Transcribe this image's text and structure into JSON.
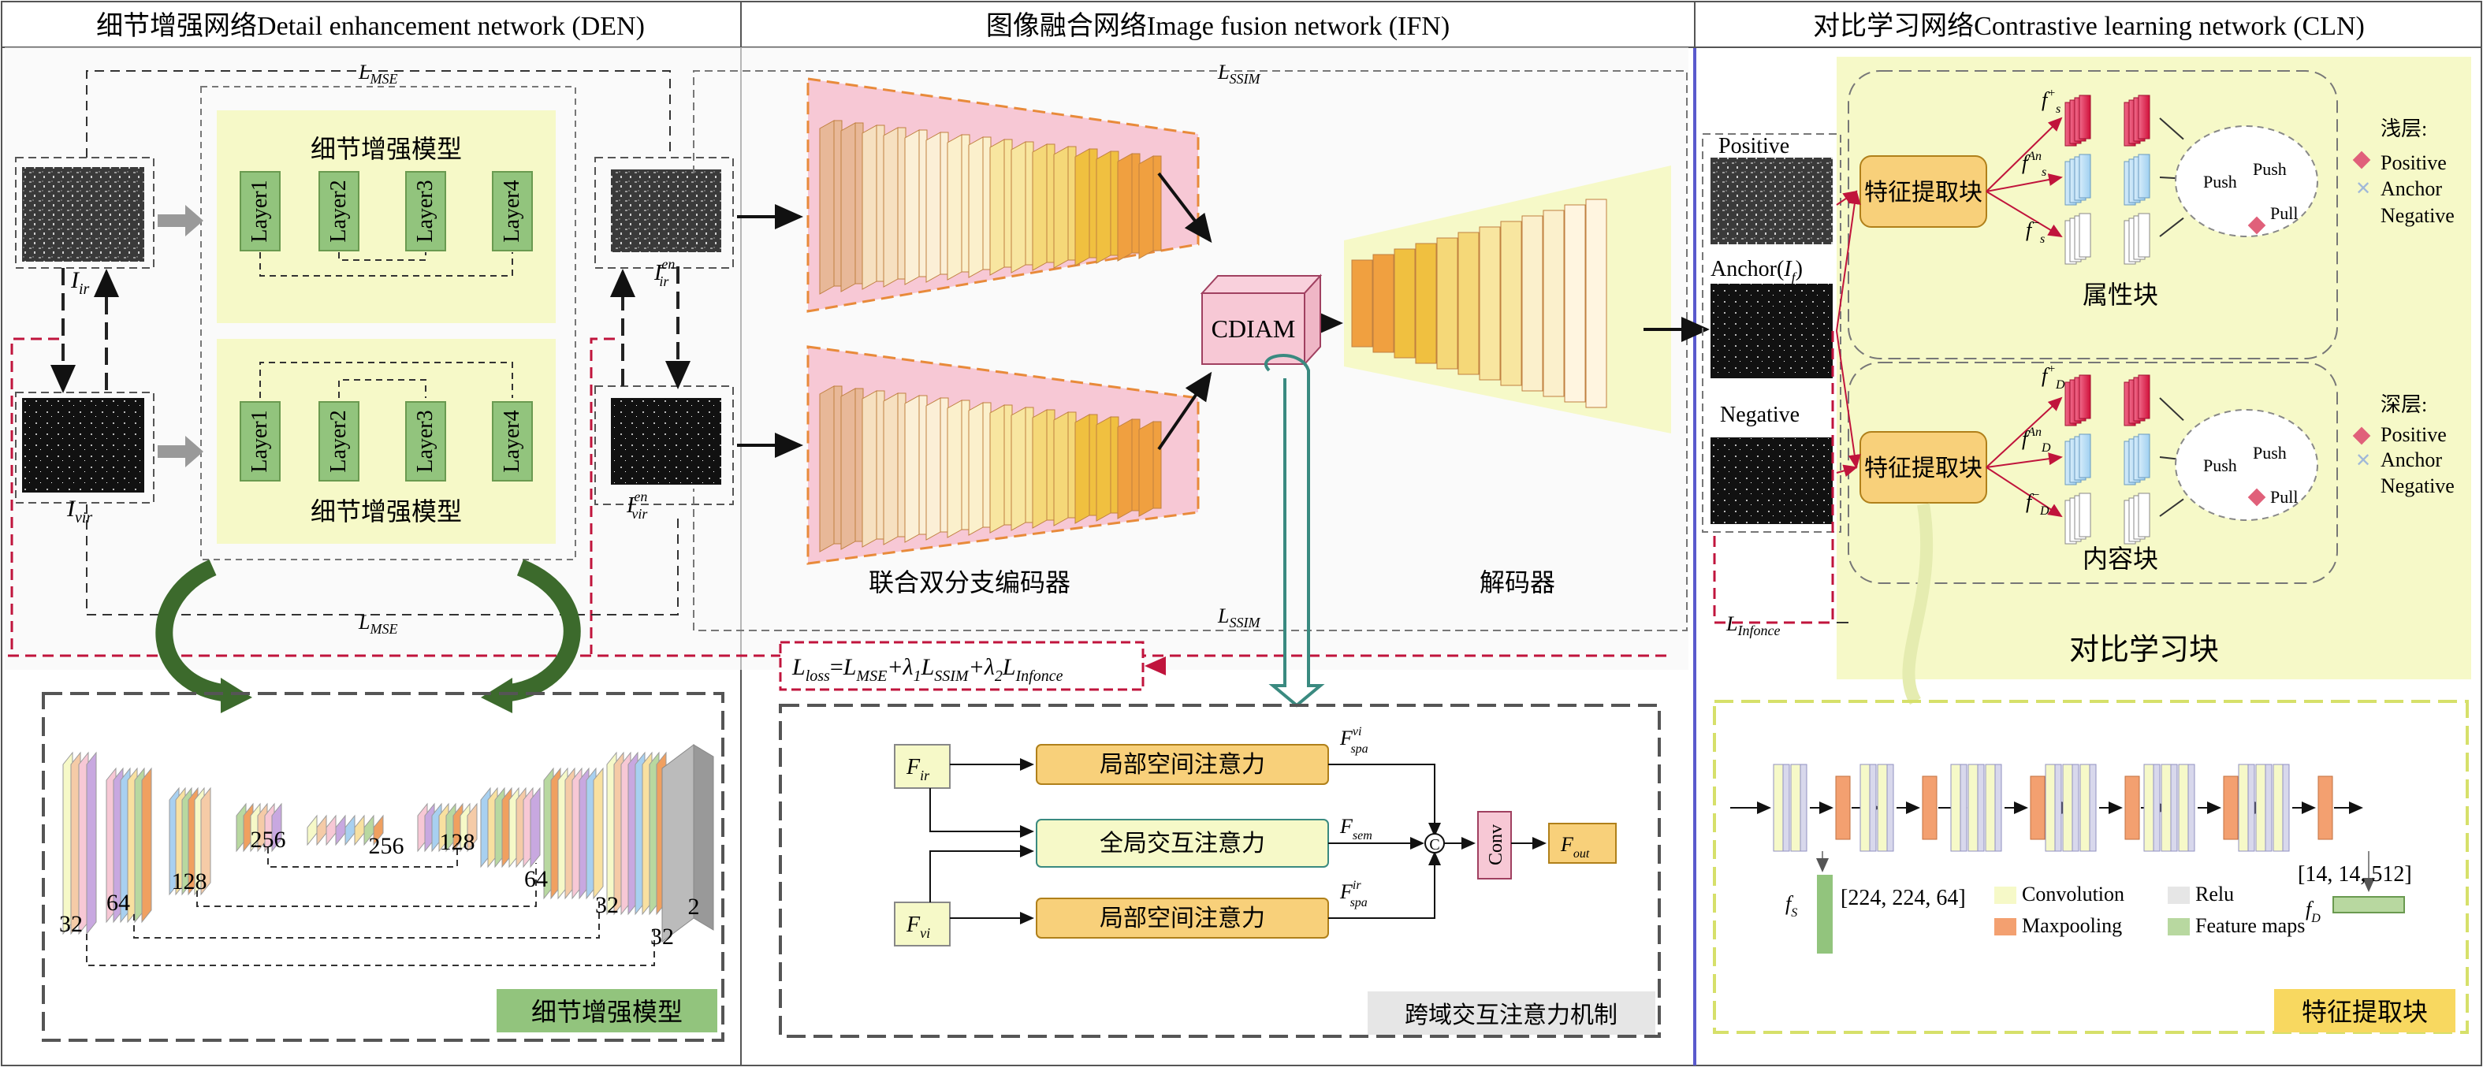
{
  "panels": {
    "den_title": "细节增强网络Detail enhancement network (DEN)",
    "ifn_title": "图像融合网络Image fusion network (IFN)",
    "cln_title": "对比学习网络Contrastive learning network (CLN)"
  },
  "den": {
    "model_title": "细节增强模型",
    "layers": [
      "Layer1",
      "Layer2",
      "Layer3",
      "Layer4"
    ],
    "input_ir": "I",
    "input_ir_sub": "ir",
    "input_vir": "I",
    "input_vir_sub": "vir",
    "output_ir": "I",
    "output_ir_sup": "en",
    "output_ir_sub": "ir",
    "output_vir": "I",
    "output_vir_sup": "en",
    "output_vir_sub": "vir",
    "loss_top": "L",
    "loss_top_sub": "MSE",
    "loss_bottom": "L",
    "loss_bottom_sub": "MSE",
    "detail_label": "细节增强模型",
    "unet_channels": [
      "32",
      "64",
      "128",
      "256",
      "256",
      "128",
      "64",
      "32",
      "32",
      "2"
    ]
  },
  "ifn": {
    "encoder_label": "联合双分支编码器",
    "decoder_label": "解码器",
    "cdiam": "CDIAM",
    "loss_top": "L",
    "loss_top_sub": "SSIM",
    "loss_bottom": "L",
    "loss_bottom_sub": "SSIM",
    "total_loss": {
      "l": "L",
      "loss_sub": "loss",
      "eq": "=",
      "l_mse": "L",
      "mse_sub": "MSE",
      "plus1": "+λ",
      "one": "1",
      "l_ssim": "L",
      "ssim_sub": "SSIM",
      "plus2": "+λ",
      "two": "2",
      "l_inf": "L",
      "inf_sub": "Infonce"
    },
    "cdiam_block": {
      "f_ir": "F",
      "f_ir_sub": "ir",
      "f_vi": "F",
      "f_vi_sub": "vi",
      "local1": "局部空间注意力",
      "global": "全局交互注意力",
      "local2": "局部空间注意力",
      "f_spa_vi": "F",
      "f_spa_vi_sup": "vi",
      "f_spa_vi_sub": "spa",
      "f_sem": "F",
      "f_sem_sub": "sem",
      "f_spa_ir": "F",
      "f_spa_ir_sup": "ir",
      "f_spa_ir_sub": "spa",
      "concat": "C",
      "conv": "Conv",
      "f_out": "F",
      "f_out_sub": "out",
      "label": "跨域交互注意力机制"
    }
  },
  "cln": {
    "positive": "Positive",
    "anchor": "Anchor(",
    "anchor_i": "I",
    "anchor_sub": "f",
    "anchor_close": ")",
    "negative": "Negative",
    "extract": "特征提取块",
    "attr_block": "属性块",
    "content_block": "内容块",
    "contrast_block": "对比学习块",
    "push": "Push",
    "pull": "Pull",
    "f_s_pos": "f",
    "f_s_pos_sup": "+",
    "f_s_pos_sub": "s",
    "f_s_an": "f",
    "f_s_an_sup": "An",
    "f_s_an_sub": "s",
    "f_s_neg": "f",
    "f_s_neg_sup": "−",
    "f_s_neg_sub": "s",
    "f_d_pos": "f",
    "f_d_pos_sup": "+",
    "f_d_pos_sub": "D",
    "f_d_an": "f",
    "f_d_an_sup": "An",
    "f_d_an_sub": "D",
    "f_d_neg": "f",
    "f_d_neg_sup": "−",
    "f_d_neg_sub": "D",
    "shallow": "浅层:",
    "deep": "深层:",
    "legend_items": [
      "Positive",
      "Anchor",
      "Negative"
    ],
    "loss": "L",
    "loss_sub": "Infonce",
    "fs": "f",
    "fs_sub": "S",
    "fd": "f",
    "fd_sub": "D",
    "fs_dims": "[224, 224, 64]",
    "fd_dims": "[14, 14, 512]",
    "legend_conv": "Convolution",
    "legend_relu": "Relu",
    "legend_pool": "Maxpooling",
    "legend_feat": "Feature maps",
    "extract_label": "特征提取块"
  },
  "colors": {
    "green": "#92c47d",
    "light_yellow": "#f6f9c8",
    "pink": "#f7c8d5",
    "red_dash": "#c0143c",
    "blue_border": "#5a5acd",
    "orange": "#e88a3a"
  }
}
